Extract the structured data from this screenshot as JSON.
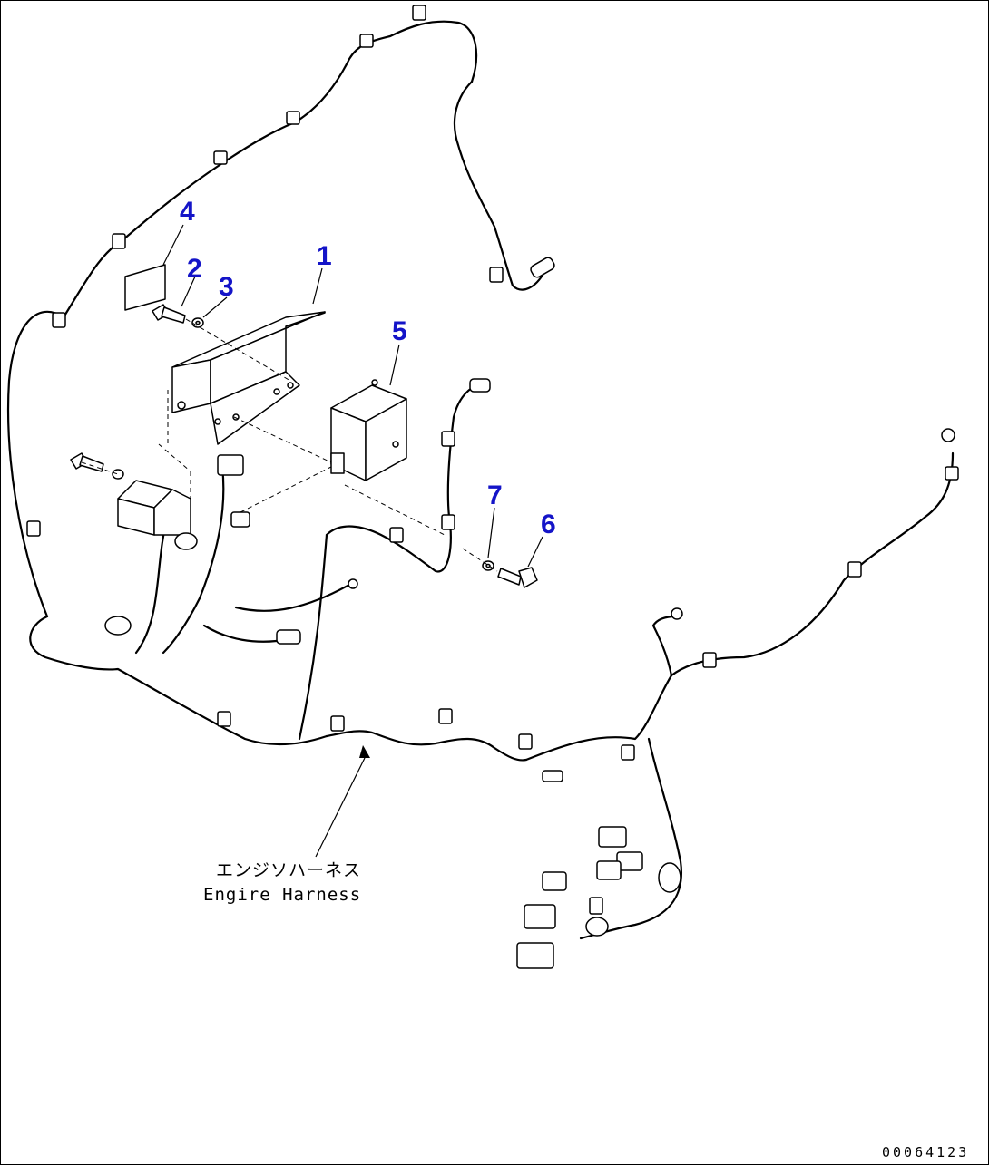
{
  "callouts": [
    {
      "id": "1",
      "label": "1"
    },
    {
      "id": "2",
      "label": "2"
    },
    {
      "id": "3",
      "label": "3"
    },
    {
      "id": "4",
      "label": "4"
    },
    {
      "id": "5",
      "label": "5"
    },
    {
      "id": "6",
      "label": "6"
    },
    {
      "id": "7",
      "label": "7"
    }
  ],
  "annotation": {
    "jp": "エンジソハーネス",
    "en": "Engire Harness"
  },
  "drawing_code": "00064123",
  "colors": {
    "callout_number": "#1414c8",
    "line": "#000000",
    "background": "#ffffff"
  }
}
